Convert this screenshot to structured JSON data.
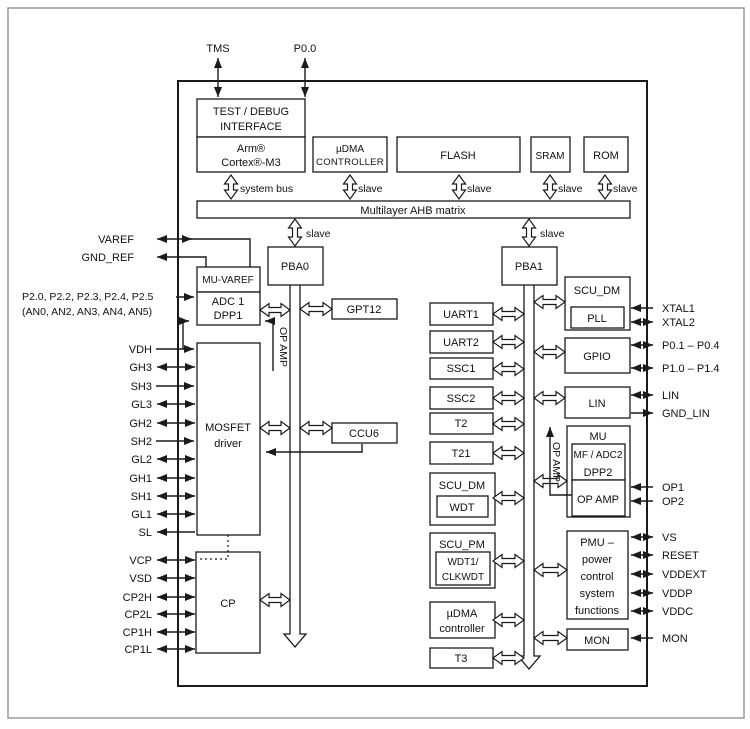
{
  "colors": {
    "ink": "#1a1a1a",
    "frame_gray": "#9a9a9a",
    "background": "#ffffff"
  },
  "chip": {
    "top_pins": {
      "tms": "TMS",
      "p00": "P0.0"
    },
    "cpu": {
      "test_debug_1": "TEST / DEBUG",
      "test_debug_2": "INTERFACE",
      "core_1": "Arm®",
      "core_2": "Cortex®-M3"
    },
    "top_blocks": {
      "udma_1": "µDMA",
      "udma_2": "CONTROLLER",
      "flash": "FLASH",
      "sram": "SRAM",
      "rom": "ROM"
    },
    "bus": {
      "matrix": "Multilayer AHB matrix",
      "system_bus": "system bus",
      "slave": "slave",
      "pba0": "PBA0",
      "pba1": "PBA1"
    },
    "analog_left": {
      "mu_varef": "MU-VAREF",
      "adc1": "ADC 1",
      "dpp1": "DPP1",
      "op_amp": "OP AMP",
      "mosfet_1": "MOSFET",
      "mosfet_2": "driver",
      "cp": "CP",
      "gpt12": "GPT12",
      "ccu6": "CCU6"
    },
    "peripherals": {
      "uart1": "UART1",
      "uart2": "UART2",
      "ssc1": "SSC1",
      "ssc2": "SSC2",
      "t2": "T2",
      "t21": "T21",
      "scu_dm": "SCU_DM",
      "wdt": "WDT",
      "scu_pm": "SCU_PM",
      "wdt1": "WDT1/",
      "clkwdt": "CLKWDT",
      "udma_1": "µDMA",
      "udma_2": "controller",
      "t3": "T3"
    },
    "right_blocks": {
      "scu_dm": "SCU_DM",
      "pll": "PLL",
      "gpio": "GPIO",
      "lin": "LIN",
      "mu": "MU",
      "mf_adc2": "MF / ADC2",
      "dpp2": "DPP2",
      "op_amp": "OP AMP",
      "pmu_1": "PMU –",
      "pmu_2": "power",
      "pmu_3": "control",
      "pmu_4": "system",
      "pmu_5": "functions",
      "mon": "MON"
    }
  },
  "pins": {
    "left": {
      "varef": "VAREF",
      "gnd_ref": "GND_REF",
      "p2_row1": "P2.0, P2.2, P2.3, P2.4, P2.5",
      "p2_row2": "(AN0, AN2, AN3, AN4, AN5)",
      "vdh": "VDH",
      "gh3": "GH3",
      "sh3": "SH3",
      "gl3": "GL3",
      "gh2": "GH2",
      "sh2": "SH2",
      "gl2": "GL2",
      "gh1": "GH1",
      "sh1": "SH1",
      "gl1": "GL1",
      "sl": "SL",
      "vcp": "VCP",
      "vsd": "VSD",
      "cp2h": "CP2H",
      "cp2l": "CP2L",
      "cp1h": "CP1H",
      "cp1l": "CP1L"
    },
    "right": {
      "xtal1": "XTAL1",
      "xtal2": "XTAL2",
      "p0_range": "P0.1 – P0.4",
      "p1_range": "P1.0 – P1.4",
      "lin": "LIN",
      "gnd_lin": "GND_LIN",
      "op1": "OP1",
      "op2": "OP2",
      "vs": "VS",
      "reset": "RESET",
      "vddext": "VDDEXT",
      "vddp": "VDDP",
      "vddc": "VDDC",
      "mon": "MON"
    }
  }
}
